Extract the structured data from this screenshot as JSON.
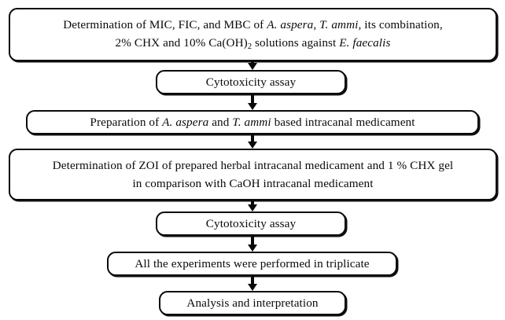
{
  "diagram": {
    "title": "Study workflow flowchart",
    "colors": {
      "stroke": "#0a0a0a",
      "fill": "#ffffff",
      "text": "#0a0a0a"
    },
    "nodes": [
      {
        "id": "mic",
        "name": "determination-mic-fic-mbc-box",
        "lines": [
          "Determination of MIC, FIC, and MBC of A. aspera, T. ammi, its combination,",
          "2% CHX and 10% Ca(OH)2 solutions against E. faecalis"
        ],
        "line1_parts": [
          {
            "text": "Determination of MIC, FIC, and MBC of ",
            "style": "normal"
          },
          {
            "text": "A. aspera",
            "style": "italic"
          },
          {
            "text": ", ",
            "style": "normal"
          },
          {
            "text": "T. ammi,",
            "style": "italic"
          },
          {
            "text": " its combination,",
            "style": "normal"
          }
        ],
        "line2_parts": [
          {
            "text": "2% CHX and 10% Ca(OH)",
            "style": "normal"
          },
          {
            "text": "2",
            "style": "subscript"
          },
          {
            "text": " solutions against ",
            "style": "normal"
          },
          {
            "text": "E. faecalis",
            "style": "italic"
          }
        ]
      },
      {
        "id": "cyto1",
        "name": "cytotoxicity-assay-box-1",
        "lines": [
          "Cytotoxicity assay"
        ]
      },
      {
        "id": "prep",
        "name": "preparation-medicament-box",
        "lines": [
          "Preparation of A. aspera and T. ammi based intracanal medicament"
        ],
        "line1_parts": [
          {
            "text": "Preparation of ",
            "style": "normal"
          },
          {
            "text": "A. aspera",
            "style": "italic"
          },
          {
            "text": " and ",
            "style": "normal"
          },
          {
            "text": "T. ammi",
            "style": "italic"
          },
          {
            "text": " based intracanal medicament",
            "style": "normal"
          }
        ]
      },
      {
        "id": "zoi",
        "name": "determination-zoi-box",
        "lines": [
          "Determination of ZOI of prepared herbal intracanal medicament and 1 % CHX gel",
          "in comparison with CaOH intracanal medicament"
        ]
      },
      {
        "id": "cyto2",
        "name": "cytotoxicity-assay-box-2",
        "lines": [
          "Cytotoxicity assay"
        ]
      },
      {
        "id": "triplicate",
        "name": "experiments-triplicate-box",
        "lines": [
          "All the experiments were performed in triplicate"
        ]
      },
      {
        "id": "analysis",
        "name": "analysis-interpretation-box",
        "lines": [
          "Analysis and interpretation"
        ]
      }
    ],
    "connectors": [
      {
        "from": "mic",
        "to": "cyto1"
      },
      {
        "from": "cyto1",
        "to": "prep"
      },
      {
        "from": "prep",
        "to": "zoi"
      },
      {
        "from": "zoi",
        "to": "cyto2"
      },
      {
        "from": "cyto2",
        "to": "triplicate"
      },
      {
        "from": "triplicate",
        "to": "analysis"
      }
    ]
  }
}
